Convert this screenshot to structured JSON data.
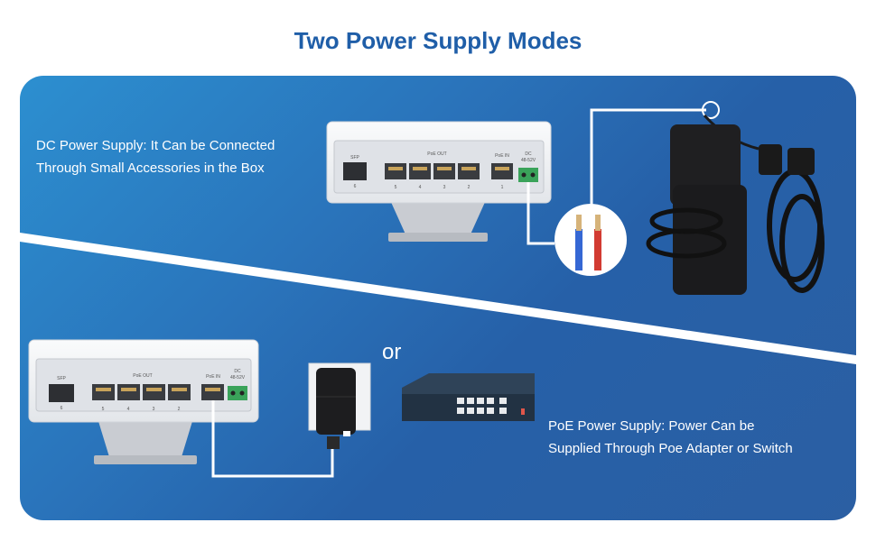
{
  "heading": "Two Power Supply Modes",
  "dc_section": {
    "line1": "DC Power Supply: It Can be Connected",
    "line2": "Through Small Accessories in the Box"
  },
  "poe_section": {
    "line1": "PoE Power Supply: Power Can be",
    "line2": "Supplied Through Poe Adapter or Switch"
  },
  "separator_word": "or",
  "device_labels": {
    "sfp": "SFP",
    "sfp_port": "6",
    "poe_out": "PoE OUT",
    "poe_in": "PoE IN",
    "dc": "DC",
    "dc_voltage": "48-52V",
    "ports": [
      "5",
      "4",
      "3",
      "2",
      "1"
    ]
  },
  "colors": {
    "title": "#1f5ea8",
    "panel": "#2a74bb",
    "device_body": "#f3f4f6"
  }
}
